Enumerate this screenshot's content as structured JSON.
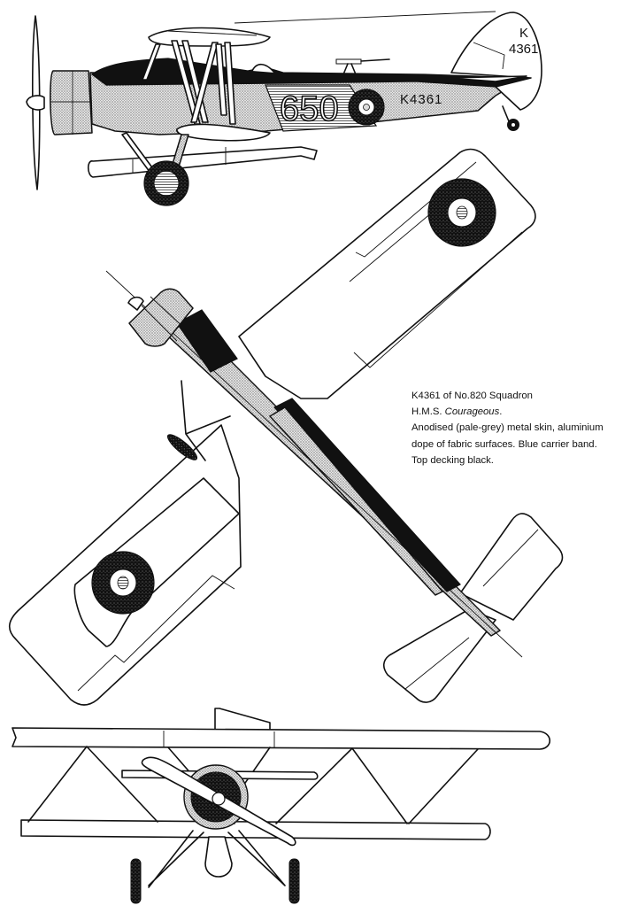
{
  "caption": {
    "line1": "K4361 of No.820 Squadron",
    "line2_prefix": "H.M.S. ",
    "line2_ship": "Courageous",
    "line2_suffix": ".",
    "line3": "Anodised (pale-grey) metal skin, aluminium",
    "line4": "dope of fabric surfaces. Blue carrier band.",
    "line5": "Top decking black."
  },
  "markings": {
    "fuselage_code": "650",
    "fuselage_serial": "K4361",
    "fin_serial_prefix": "K",
    "fin_serial_number": "4361"
  },
  "views": [
    "side-elevation",
    "plan-view",
    "front-elevation"
  ],
  "colors": {
    "ink": "#111111",
    "paper": "#ffffff",
    "metal_stipple": "#9a9a9a"
  }
}
